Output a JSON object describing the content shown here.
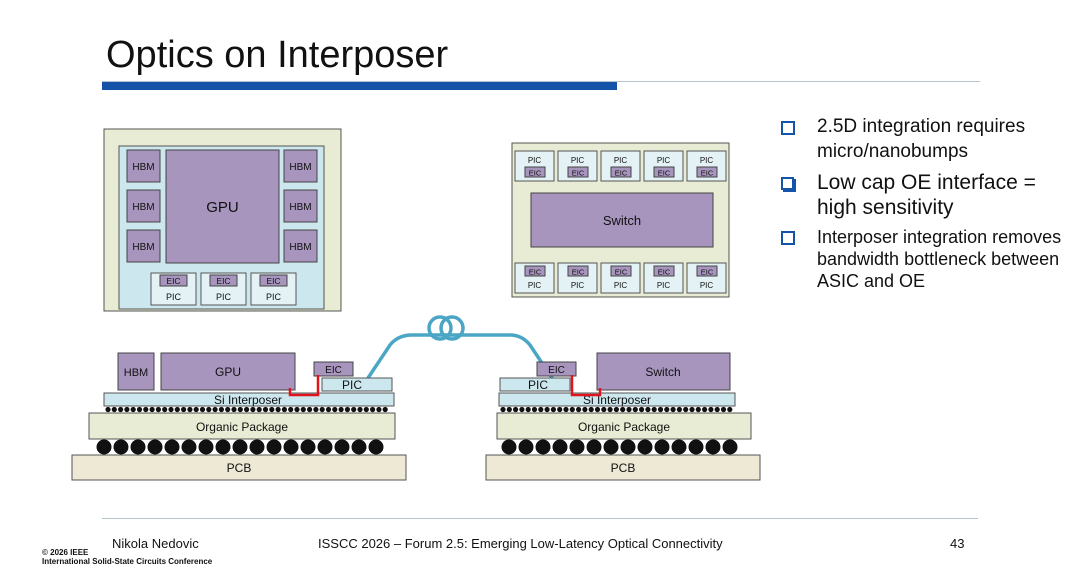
{
  "slide": {
    "title": "Optics on Interposer"
  },
  "top_left_package": {
    "hbm_labels": [
      "HBM",
      "HBM",
      "HBM",
      "HBM",
      "HBM",
      "HBM"
    ],
    "gpu_label": "GPU",
    "eic_labels": [
      "EIC",
      "EIC",
      "EIC"
    ],
    "pic_labels": [
      "PIC",
      "PIC",
      "PIC"
    ]
  },
  "top_right_package": {
    "switch_label": "Switch",
    "top_pic_labels": [
      "PIC",
      "PIC",
      "PIC",
      "PIC",
      "PIC"
    ],
    "top_eic_labels": [
      "EIC",
      "EIC",
      "EIC",
      "EIC",
      "EIC"
    ],
    "bottom_eic_labels": [
      "EIC",
      "EIC",
      "EIC",
      "EIC",
      "EIC"
    ],
    "bottom_pic_labels": [
      "PIC",
      "PIC",
      "PIC",
      "PIC",
      "PIC"
    ]
  },
  "cross_section_left": {
    "hbm": "HBM",
    "gpu": "GPU",
    "eic": "EIC",
    "pic": "PIC",
    "interposer": "Si Interposer",
    "package": "Organic Package",
    "pcb": "PCB"
  },
  "cross_section_right": {
    "eic": "EIC",
    "pic": "PIC",
    "switch": "Switch",
    "interposer": "Si Interposer",
    "package": "Organic Package",
    "pcb": "PCB"
  },
  "bullets": [
    {
      "text": "2.5D integration requires micro/nanobumps"
    },
    {
      "text": "Low cap OE interface = high sensitivity"
    },
    {
      "text": "Interposer integration removes bandwidth bottleneck between ASIC and OE"
    }
  ],
  "footer": {
    "author": "Nikola Nedovic",
    "conference": "ISSCC 2026 – Forum 2.5: Emerging Low-Latency Optical Connectivity",
    "page": "43",
    "copyright_line1": "© 2026 IEEE",
    "copyright_line2": "International Solid-State Circuits Conference"
  },
  "colors": {
    "accent_blue": "#1553a8",
    "die_purple": "#a795be",
    "interposer_blue": "#cce7ee",
    "package_olive": "#e9ecd4",
    "pcb_tan": "#ede9d5",
    "fiber": "#4ba6c6",
    "trace_red": "#e0141e"
  }
}
